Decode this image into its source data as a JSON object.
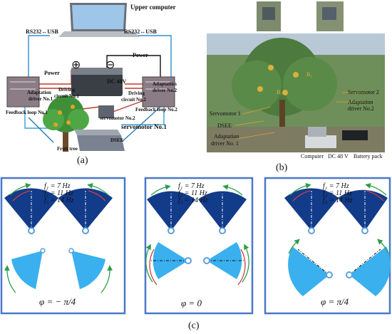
{
  "panel_a": {
    "label": "(a)",
    "upper_computer": "Upper computer",
    "rs_left": "RS232↔USB",
    "rs_right": "RS232↔USB",
    "power_left": "Power",
    "power_right": "Power",
    "plus": "⊕",
    "minus": "⊖",
    "dc": "DC 48V",
    "adapt_left_1": "Adaptation",
    "adapt_left_2": "driver No.1",
    "adapt_right_1": "Adaptation",
    "adapt_right_2": "driver No.2",
    "driving_left_1": "Driving",
    "driving_left_2": "circuit No.1",
    "driving_right_1": "Driving",
    "driving_right_2": "circuit No.2",
    "feedback_left": "Feedback loop No.1",
    "feedback_right": "Feedback loop No.2",
    "servo2": "servomotor No.2",
    "servo1": "servomotor No.1",
    "dsee": "DSEE",
    "fruit_tree": "Fruit tree"
  },
  "panel_b": {
    "label": "(b)",
    "servomotor2": "Servomotor 2",
    "adapt2_1": "Adaptation",
    "adapt2_2": "driver No.2",
    "servomotor1": "Servomotor 1",
    "dsee": "DSEE",
    "adapt1_1": "Adaptation",
    "adapt1_2": "driver No. 1",
    "computer": "Computer",
    "dc": "DC 48 V",
    "battery": "Battery pack",
    "b1": "B₁",
    "b2": "B₂"
  },
  "panel_c": {
    "label": "(c)",
    "f1": "f₁ = 7  Hz",
    "f2": "f₂ = 11  Hz",
    "f3": "f₃ = 14  Hz",
    "phi_left": "φ = − π/4",
    "phi_mid": "φ = 0",
    "phi_right": "φ = π/4"
  },
  "colors": {
    "dark_sector": "#123b8a",
    "light_sector": "#3ab0ee",
    "frame": "#4a78c8"
  }
}
